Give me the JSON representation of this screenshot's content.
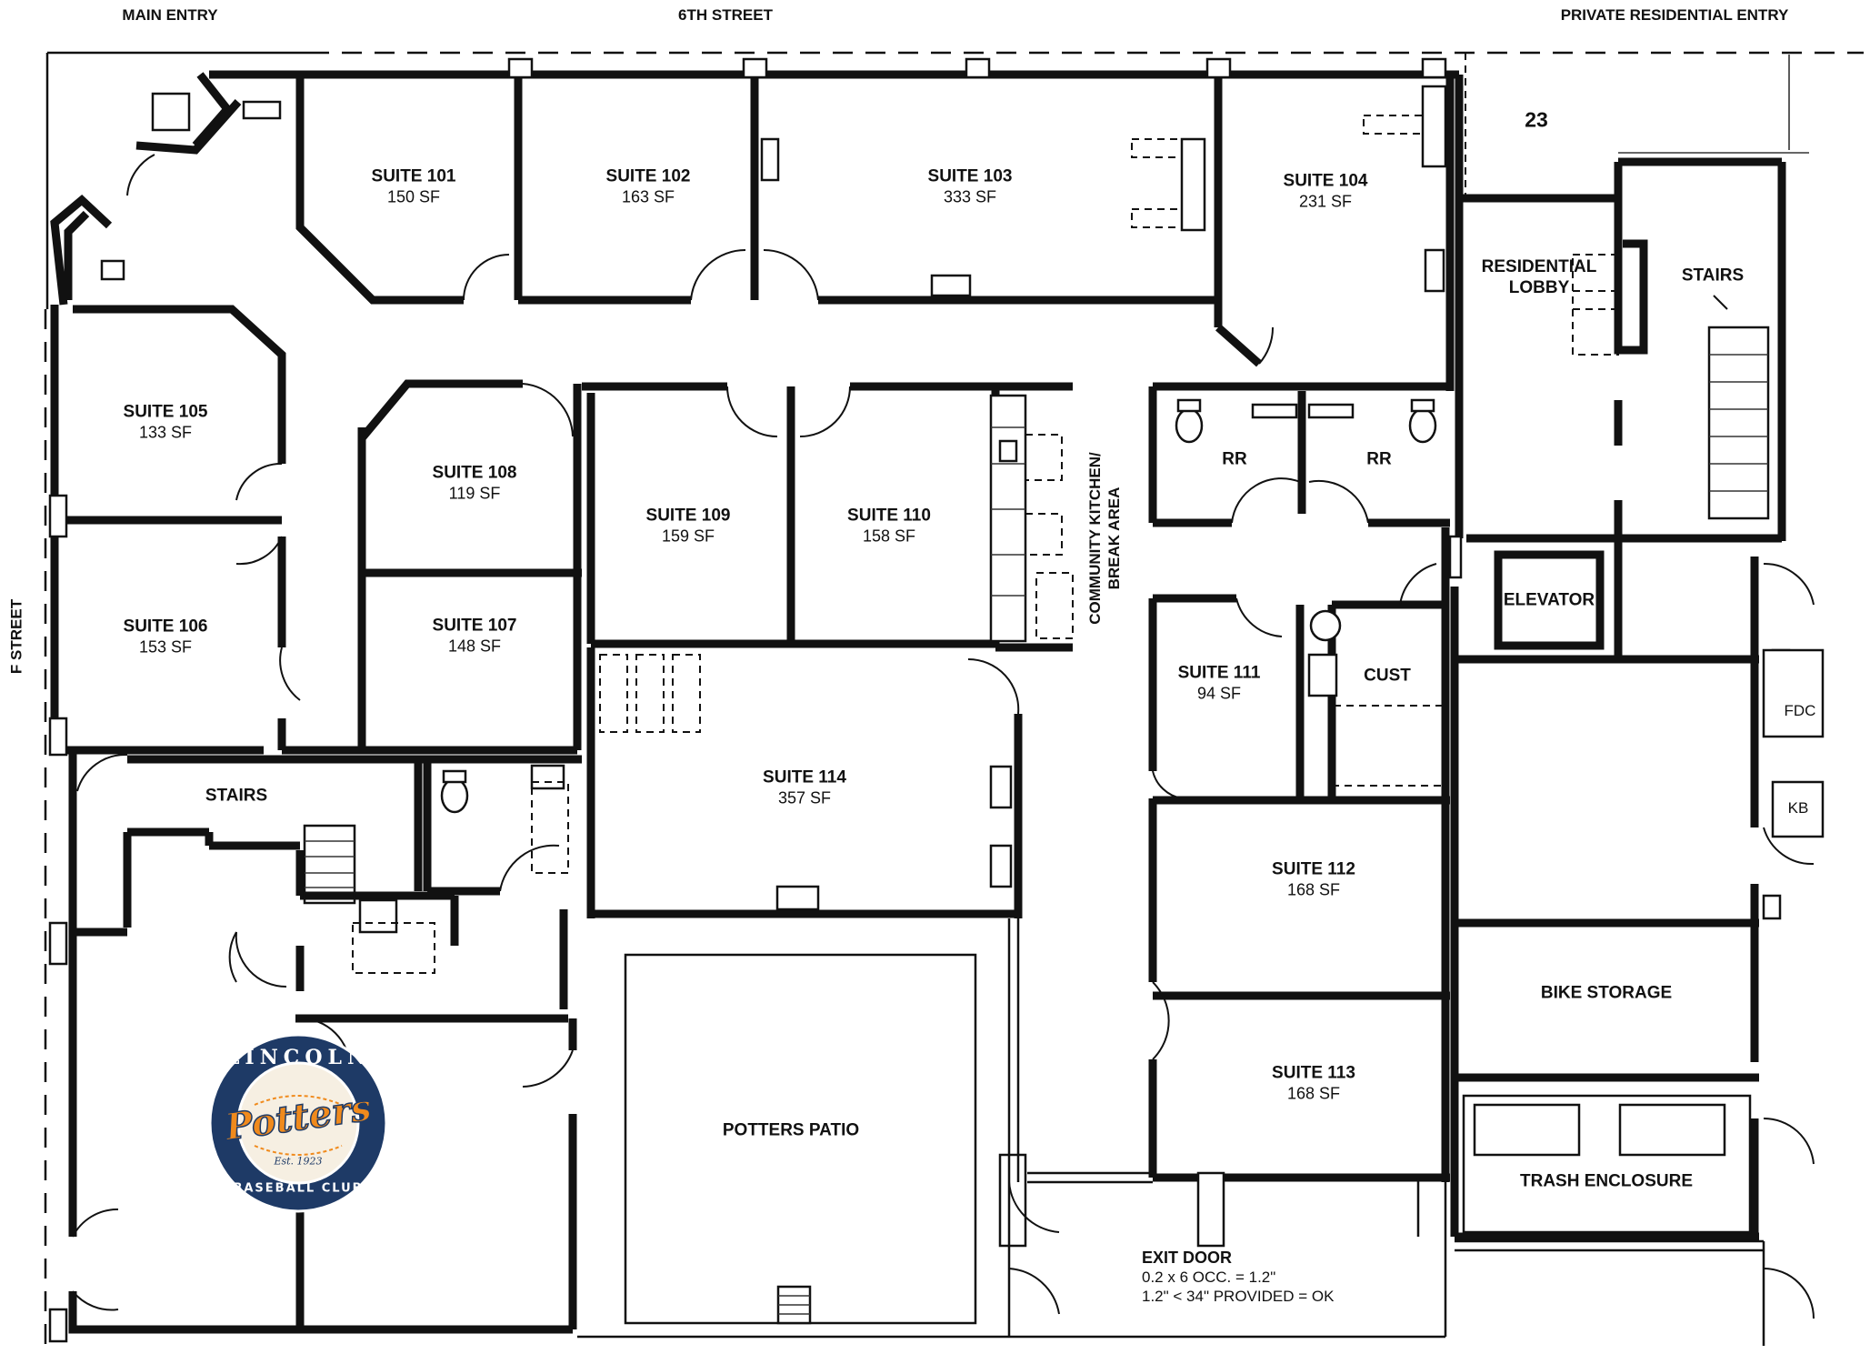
{
  "streets": {
    "main_entry": "MAIN ENTRY",
    "sixth_street": "6TH STREET",
    "private_residential_entry": "PRIVATE RESIDENTIAL ENTRY",
    "f_street": "F STREET"
  },
  "unit_number": "23",
  "suites": {
    "s101": {
      "name": "SUITE 101",
      "area": "150 SF"
    },
    "s102": {
      "name": "SUITE 102",
      "area": "163 SF"
    },
    "s103": {
      "name": "SUITE 103",
      "area": "333 SF"
    },
    "s104": {
      "name": "SUITE 104",
      "area": "231 SF"
    },
    "s105": {
      "name": "SUITE 105",
      "area": "133 SF"
    },
    "s106": {
      "name": "SUITE 106",
      "area": "153 SF"
    },
    "s107": {
      "name": "SUITE 107",
      "area": "148 SF"
    },
    "s108": {
      "name": "SUITE 108",
      "area": "119 SF"
    },
    "s109": {
      "name": "SUITE 109",
      "area": "159 SF"
    },
    "s110": {
      "name": "SUITE 110",
      "area": "158 SF"
    },
    "s111": {
      "name": "SUITE 111",
      "area": "94 SF"
    },
    "s112": {
      "name": "SUITE 112",
      "area": "168 SF"
    },
    "s113": {
      "name": "SUITE 113",
      "area": "168 SF"
    },
    "s114": {
      "name": "SUITE 114",
      "area": "357 SF"
    }
  },
  "rooms": {
    "residential_lobby": "RESIDENTIAL LOBBY",
    "stairs_east": "STAIRS",
    "stairs_west": "STAIRS",
    "rr_left": "RR",
    "rr_right": "RR",
    "elevator": "ELEVATOR",
    "cust": "CUST",
    "community_kitchen_line1": "COMMUNITY KITCHEN/",
    "community_kitchen_line2": "BREAK AREA",
    "fdc": "FDC",
    "kb": "KB",
    "bike_storage": "BIKE STORAGE",
    "trash_enclosure": "TRASH ENCLOSURE",
    "potters_patio": "POTTERS PATIO"
  },
  "exit_note": {
    "title": "EXIT DOOR",
    "line1": "0.2 x 6 OCC. = 1.2\"",
    "line2": "1.2\" < 34\" PROVIDED = OK"
  },
  "logo": {
    "top_text": "LINCOLN",
    "script_text": "Potters",
    "est_text": "Est. 1923",
    "bottom_text": "BASEBALL CLUB",
    "colors": {
      "navy": "#1e3a66",
      "orange": "#f08a1c",
      "cream": "#f6efe2"
    }
  }
}
